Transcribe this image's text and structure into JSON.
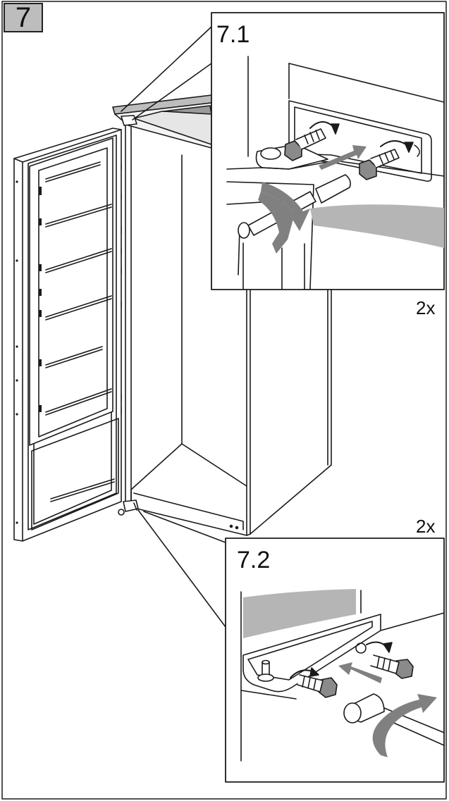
{
  "step": {
    "number": "7"
  },
  "detail_top": {
    "label": "7.1",
    "count": "2x",
    "icon": "top-hinge-screw-detail"
  },
  "detail_bottom": {
    "label": "7.2",
    "count": "2x",
    "icon": "bottom-hinge-screw-detail"
  },
  "colors": {
    "line": "#1a1a1a",
    "arrow_gray": "#808080",
    "fill_gray": "#bdbdbd",
    "tape_gray": "#b5b5b5",
    "bolt_gray": "#8a8a8a"
  }
}
